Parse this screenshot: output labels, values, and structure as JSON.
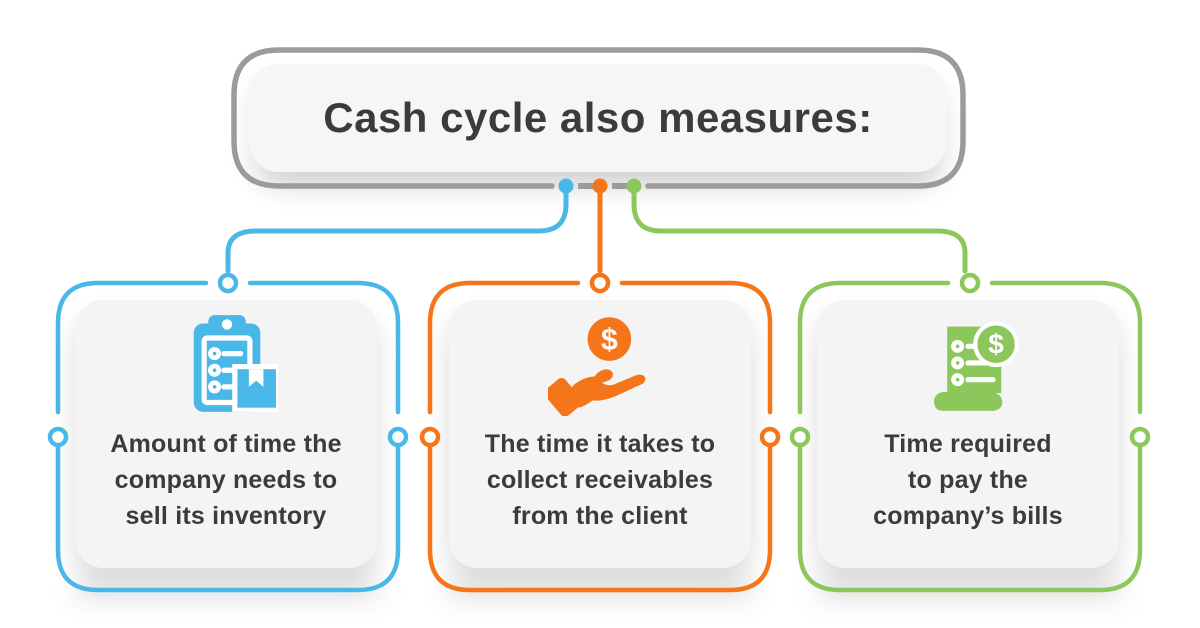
{
  "title": {
    "text": "Cash cycle also measures:"
  },
  "colors": {
    "blue": "#4AB7E9",
    "orange": "#F4751A",
    "green": "#8CC75C",
    "gray_border": "#9B9B9B",
    "text": "#3B3B3B",
    "panel_bg": "#F4F4F4",
    "page_bg": "#FFFFFF"
  },
  "icons": {
    "dollar_sign": "$",
    "card_0": "clipboard-inventory-icon",
    "card_1": "hand-coin-icon",
    "card_2": "bill-dollar-icon"
  },
  "cards": [
    {
      "accent": "#4AB7E9",
      "lines": [
        "Amount of time the",
        "company needs to",
        "sell its inventory"
      ]
    },
    {
      "accent": "#F4751A",
      "lines": [
        "The time it takes to",
        "collect receivables",
        "from the client"
      ]
    },
    {
      "accent": "#8CC75C",
      "lines": [
        "Time required",
        "to pay the",
        "company’s bills"
      ]
    }
  ]
}
